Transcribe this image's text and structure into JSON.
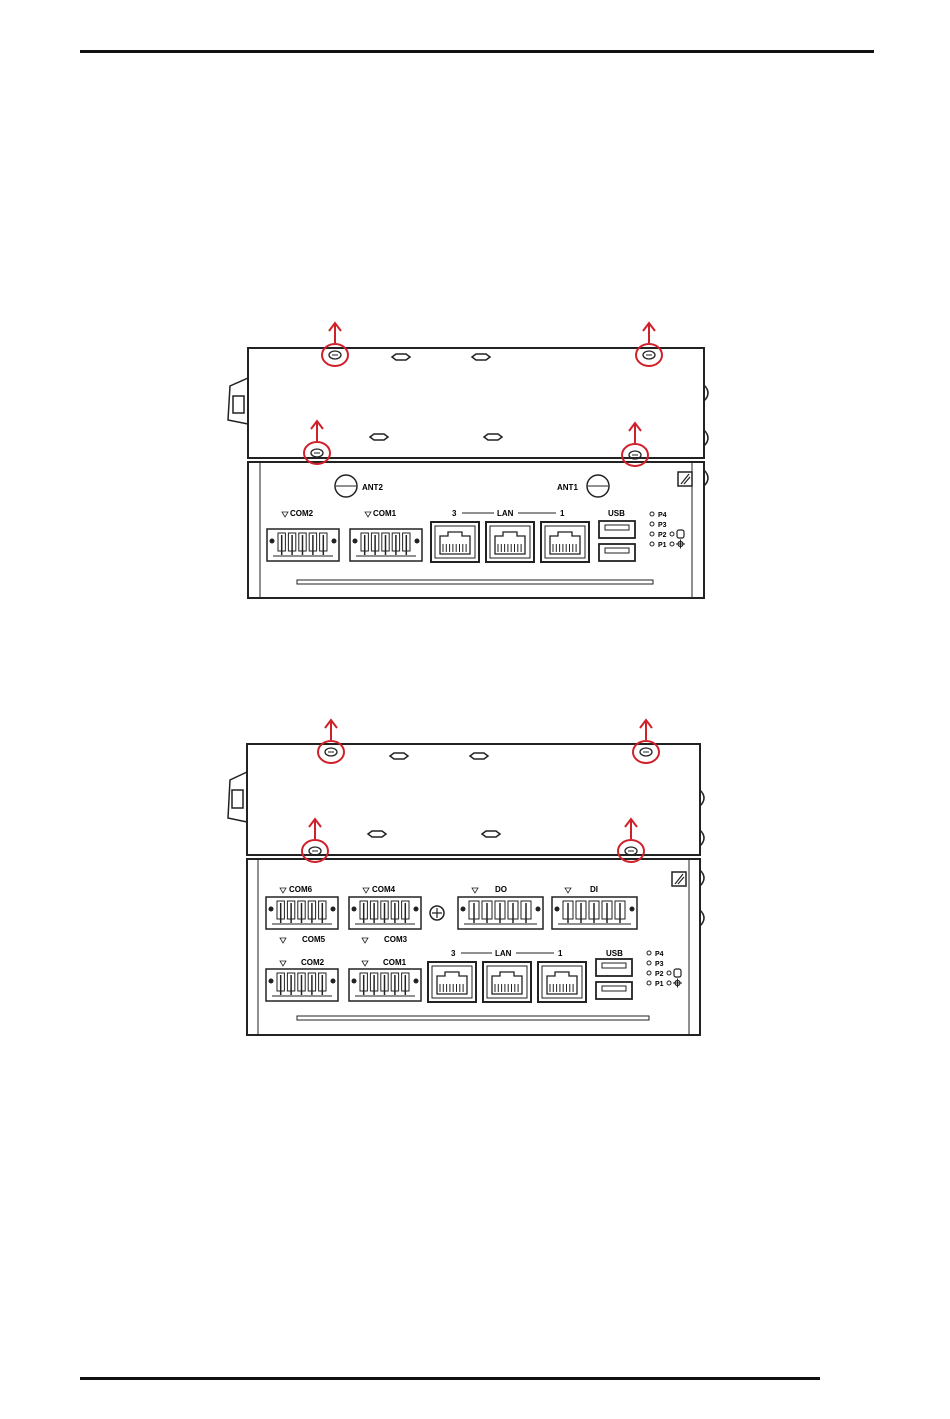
{
  "figures": [
    {
      "id": "figure-1",
      "com_top_labels": [
        "COM2",
        "COM1"
      ],
      "com_bottom_labels": [],
      "io_labels": [],
      "ant_labels": [
        "ANT2",
        "ANT1"
      ],
      "lan": {
        "label": "LAN",
        "left_num": "3",
        "right_num": "1"
      },
      "usb_label": "USB",
      "led_labels": [
        "P4",
        "P3",
        "P2",
        "P1"
      ],
      "screw_color": "#d0202a"
    },
    {
      "id": "figure-2",
      "com_top_labels": [
        "COM6",
        "COM4"
      ],
      "com_bottom_labels": [
        "COM5",
        "COM3"
      ],
      "com_low_labels": [
        "COM2",
        "COM1"
      ],
      "io_labels": [
        "DO",
        "DI"
      ],
      "ant_labels": [],
      "lan": {
        "label": "LAN",
        "left_num": "3",
        "right_num": "1"
      },
      "usb_label": "USB",
      "led_labels": [
        "P4",
        "P3",
        "P2",
        "P1"
      ],
      "screw_color": "#d0202a"
    }
  ]
}
